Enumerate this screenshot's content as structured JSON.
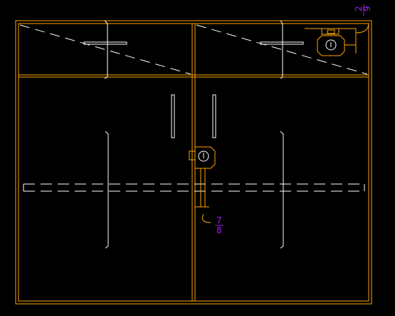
{
  "background_color": "#000000",
  "colors": {
    "frame": "#ffa500",
    "line": "#ffffff",
    "dash": "#ffffff",
    "annotation": "#a020f0"
  },
  "annotations": {
    "top_right_num": "2",
    "top_right_den": "9",
    "center_num": "7",
    "center_den": "8"
  },
  "icons": [
    "lock-icon",
    "hinge-icon",
    "handle-icon"
  ]
}
